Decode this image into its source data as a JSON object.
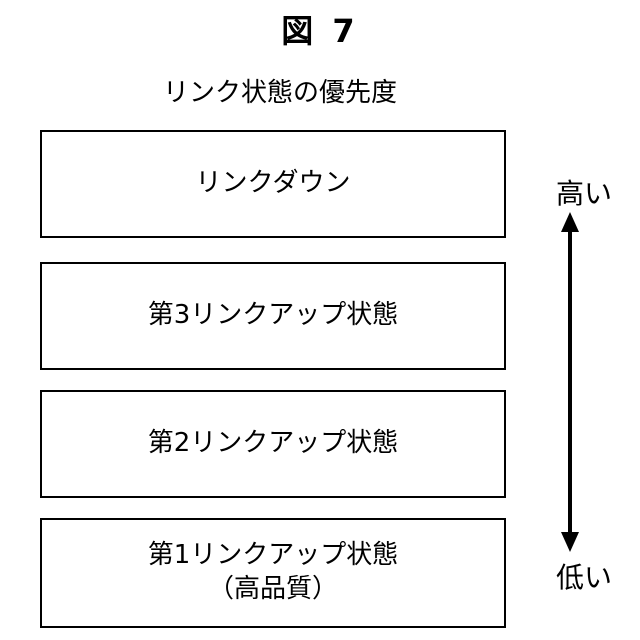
{
  "figure": {
    "title": "図 7",
    "subtitle": "リンク状態の優先度"
  },
  "boxes": [
    {
      "label": "リンクダウン"
    },
    {
      "label": "第3リンクアップ状態"
    },
    {
      "label": "第2リンクアップ状態"
    },
    {
      "label": "第1リンクアップ状態\n（高品質）"
    }
  ],
  "axis": {
    "high_label": "高い",
    "low_label": "低い"
  },
  "colors": {
    "line": "#000000",
    "background": "#ffffff"
  }
}
